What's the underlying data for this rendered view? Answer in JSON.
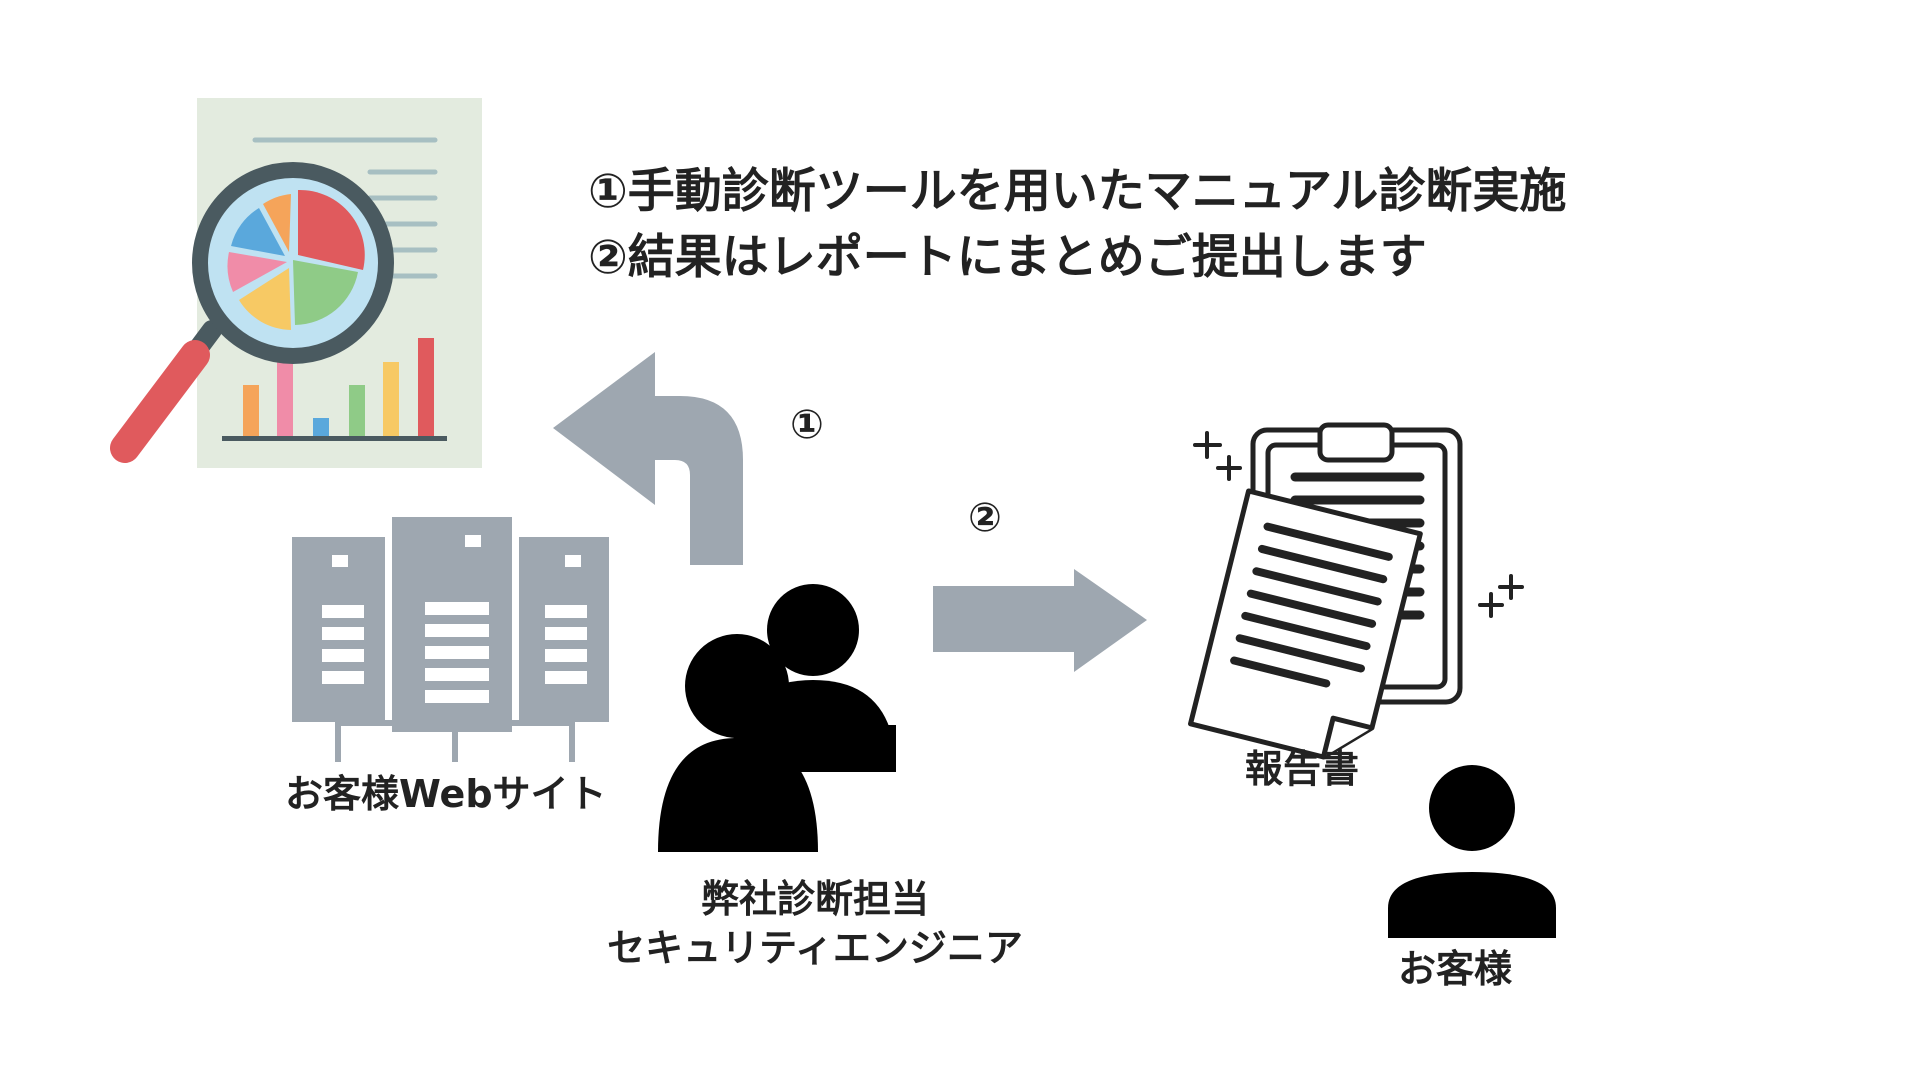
{
  "intro": {
    "line1": "①手動診断ツールを用いたマニュアル診断実施",
    "line2": "②結果はレポートにまとめご提出します"
  },
  "labels": {
    "website": "お客様Webサイト",
    "engineer_line1": "弊社診断担当",
    "engineer_line2": "セキュリティエンジニア",
    "report": "報告書",
    "customer": "お客様"
  },
  "steps": {
    "one": "①",
    "two": "②"
  },
  "icons": {
    "analysis": "report-magnifier-icon",
    "servers": "server-rack-icon",
    "engineers": "people-icon",
    "report": "clipboard-document-icon",
    "customer": "person-icon",
    "arrow_up_left": "arrow-up-left-icon",
    "arrow_right": "arrow-right-icon"
  },
  "colors": {
    "arrow": "#9ea7b0",
    "server": "#9ea7b0",
    "report_bg": "#e3ebdf",
    "magnifier_ring": "#4a5a60",
    "magnifier_handle": "#e05a5d",
    "lens": "#bfe2f2",
    "pie_red": "#e05a5d",
    "pie_green": "#8fcb87",
    "pie_yellow": "#f7c964",
    "pie_pink": "#f08ca8",
    "pie_blue": "#5aa8dc",
    "pie_orange": "#f5a45a"
  }
}
